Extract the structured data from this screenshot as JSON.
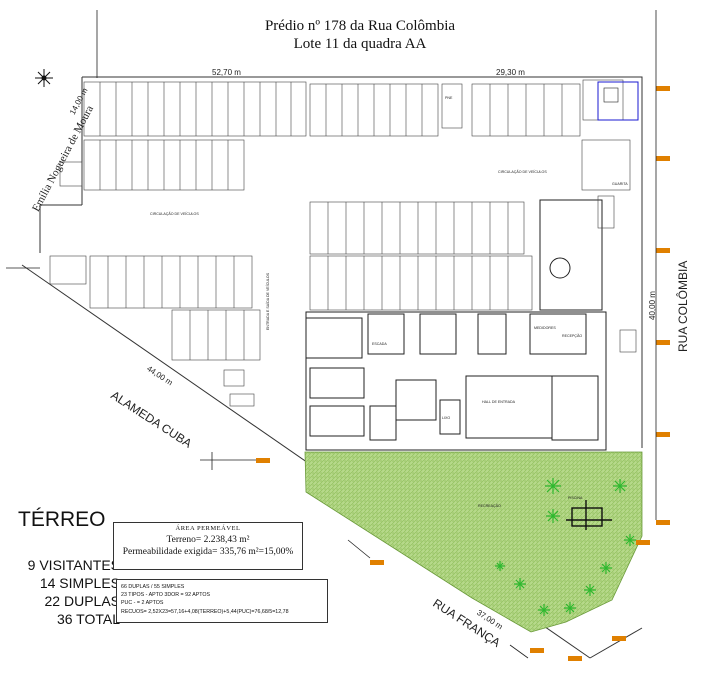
{
  "header": {
    "line1": "Prédio nº 178 da Rua Colômbia",
    "line2": "Lote 11 da quadra AA"
  },
  "streets": {
    "emilia": "Emília Nogueira de Moura",
    "alameda": "ALAMEDA CUBA",
    "franca": "RUA FRANÇA",
    "colombia": "RUA COLÔMBIA"
  },
  "dimensions": {
    "top_left": "52,70 m",
    "top_right": "29,30 m",
    "right": "40,00 m",
    "diag_left": "44,00 m",
    "diag_bottom": "37,00 m",
    "emilia_width": "14,00 m"
  },
  "rooms": {
    "circ1": "CIRCULAÇÃO DE VEÍCULOS",
    "circ2": "CIRCULAÇÃO DE VEÍCULOS",
    "entrada": "ENTRADA E SAÍDA DE VEÍCULOS",
    "escada": "ESCADA",
    "hall": "HALL DE ENTRADA",
    "guarita": "GUARITA",
    "recepcao": "RECEPÇÃO",
    "lixo": "LIXO",
    "medidores": "MEDIDORES",
    "recreacao": "RECREAÇÃO",
    "piscina": "PISCINA",
    "pne": "PNE"
  },
  "level_title": "TÉRREO",
  "stats": [
    "9 VISITANTES",
    "14 SIMPLES",
    "22 DUPLAS",
    "36 TOTAL"
  ],
  "permeable": {
    "heading": "ÁREA PERMEÁVEL",
    "terreno": "Terreno= 2.238,43 m²",
    "exigida": "Permeabilidade exigida= 335,76 m²=15,00%"
  },
  "summary": [
    "66 DUPLAS / 55 SIMPLES",
    "23 TIPOS - APTO 3DOR = 92 APTOS",
    "PUC - = 2 APTOS",
    "RECUOS= 2,52X23=57,16+4,08(TERREO)+5,44(PUC)=76,68/5=12,78"
  ],
  "colors": {
    "line": "#333333",
    "grass": "#a8d070",
    "tree": "#2eb82e",
    "marker": "#e08000",
    "highlight": "#1a1ad0"
  }
}
